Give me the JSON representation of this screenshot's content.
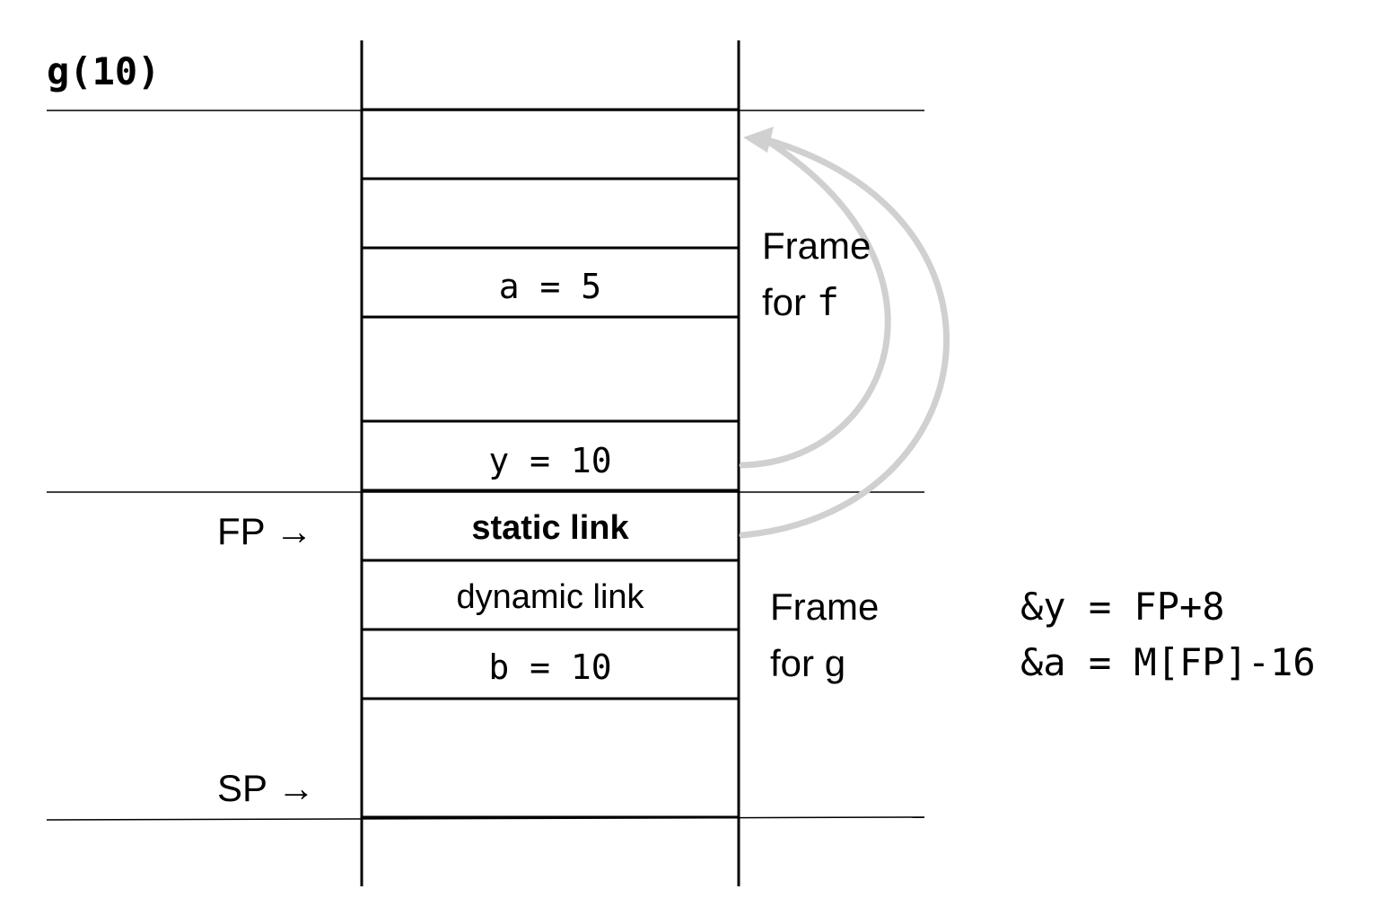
{
  "title": "g(10)",
  "cells": {
    "a": "a = 5",
    "y": "y = 10",
    "static_link": "static link",
    "dynamic_link": "dynamic link",
    "b": "b = 10"
  },
  "frame_f": {
    "line1": "Frame",
    "line2_prefix": "for ",
    "line2_name": "f"
  },
  "frame_g": {
    "line1": "Frame",
    "line2_prefix": "for ",
    "line2_name": "g"
  },
  "pointers": {
    "fp": "FP →",
    "sp": "SP →"
  },
  "addresses": {
    "y_addr": "&y = FP+8",
    "a_addr": "&a = M[FP]-16"
  },
  "colors": {
    "arrow": "#d0d0d0",
    "lines": "#000000"
  }
}
